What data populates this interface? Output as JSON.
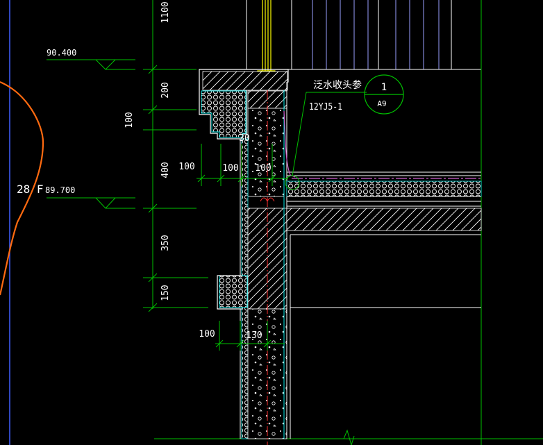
{
  "colors": {
    "background": "#000000",
    "dimension": "#00c000",
    "outline": "#ffffff",
    "cyan": "#00e5e5",
    "yellow": "#ffff00",
    "red": "#ff3030",
    "magenta": "#d060d0",
    "orange": "#ff6a10",
    "text": "#ffffff"
  },
  "elevations": {
    "upper": "90.400",
    "lower": "89.700",
    "lower_prefix": "28 F"
  },
  "vertical_dims": [
    "1100",
    "200",
    "100",
    "400",
    "350",
    "150"
  ],
  "horizontal_dims": {
    "row1": [
      "100",
      "100",
      "100"
    ],
    "row2": [
      "100",
      "130"
    ],
    "inner": "30"
  },
  "callout": {
    "note": "泛水收头参",
    "reference": "12YJ5-1",
    "circle_top": "1",
    "circle_bottom": "A9"
  }
}
